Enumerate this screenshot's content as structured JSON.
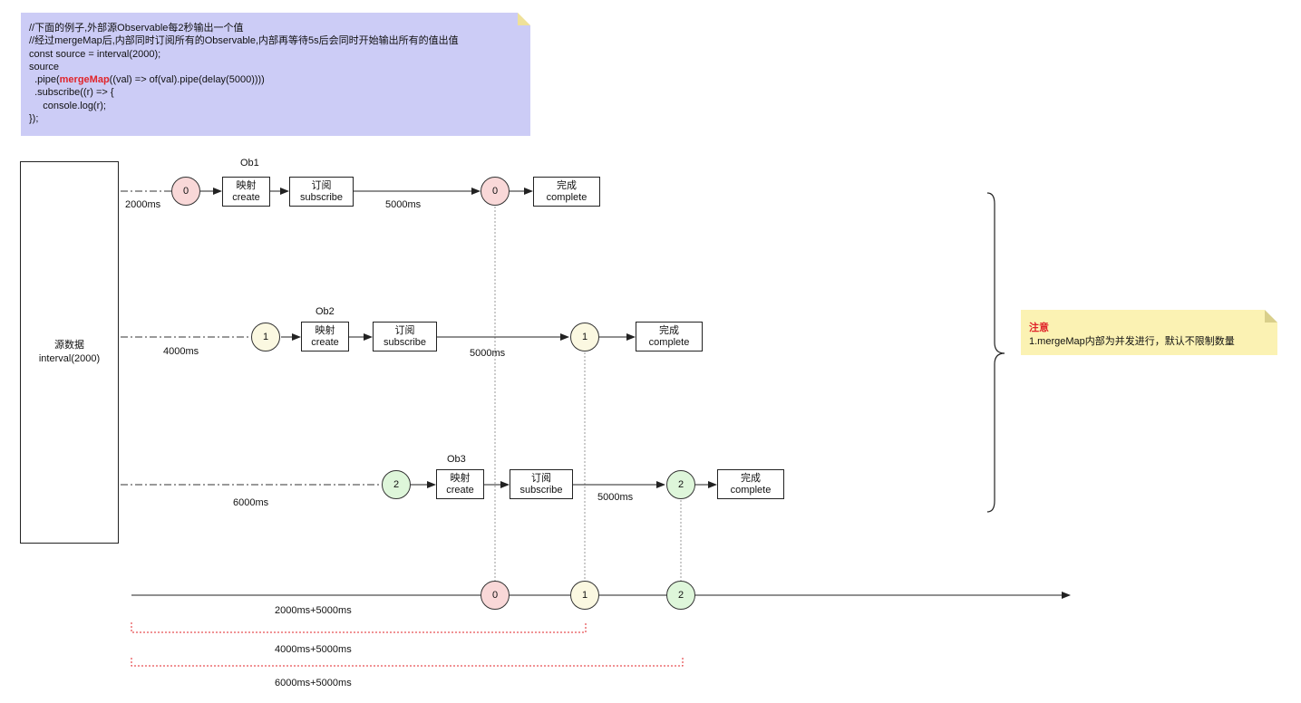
{
  "code_note": {
    "line1": "//下面的例子,外部源Observable每2秒输出一个值",
    "line2": "//经过mergeMap后,内部同时订阅所有的Observable,内部再等待5s后会同时开始输出所有的值出值",
    "line3": "const source = interval(2000);",
    "line4": "source",
    "line5_pre": "  .pipe(",
    "line5_hl": "mergeMap",
    "line5_post": "((val) => of(val).pipe(delay(5000))))",
    "line6": "  .subscribe((r) => {",
    "line7": "     console.log(r);",
    "line8": "});"
  },
  "source": {
    "line1": "源数据",
    "line2": "interval(2000)"
  },
  "rows": [
    {
      "ob_label": "Ob1",
      "value": "0",
      "interval_label": "2000ms",
      "create_cn": "映射",
      "create_en": "create",
      "subscribe_cn": "订阅",
      "subscribe_en": "subscribe",
      "delay_label": "5000ms",
      "complete_cn": "完成",
      "complete_en": "complete",
      "color": "#f9d8d8"
    },
    {
      "ob_label": "Ob2",
      "value": "1",
      "interval_label": "4000ms",
      "create_cn": "映射",
      "create_en": "create",
      "subscribe_cn": "订阅",
      "subscribe_en": "subscribe",
      "delay_label": "5000ms",
      "complete_cn": "完成",
      "complete_en": "complete",
      "color": "#fbf8e1"
    },
    {
      "ob_label": "Ob3",
      "value": "2",
      "interval_label": "6000ms",
      "create_cn": "映射",
      "create_en": "create",
      "subscribe_cn": "订阅",
      "subscribe_en": "subscribe",
      "delay_label": "5000ms",
      "complete_cn": "完成",
      "complete_en": "complete",
      "color": "#def6da"
    }
  ],
  "output": {
    "values": [
      "0",
      "1",
      "2"
    ],
    "span_labels": [
      "2000ms+5000ms",
      "4000ms+5000ms",
      "6000ms+5000ms"
    ]
  },
  "tip_note": {
    "title": "注意",
    "body": "1.mergeMap内部为并发进行，默认不限制数量"
  }
}
